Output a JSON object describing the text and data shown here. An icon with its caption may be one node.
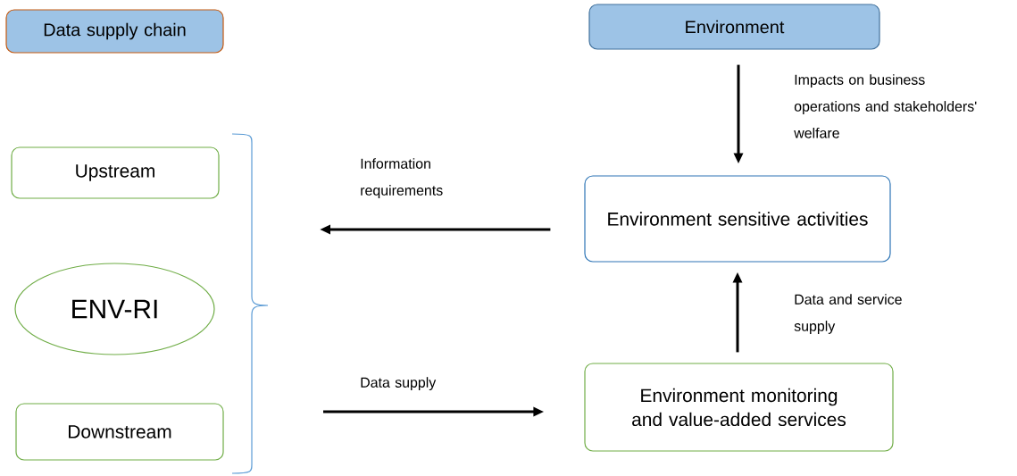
{
  "diagram": {
    "nodes": [
      {
        "text": [
          "Data supply chain"
        ]
      },
      {
        "text": [
          "Environment"
        ]
      },
      {
        "text": [
          "Upstream"
        ]
      },
      {
        "text": [
          "ENV-RI"
        ]
      },
      {
        "text": [
          "Downstream"
        ]
      },
      {
        "text": [
          "Environment sensitive activities"
        ]
      },
      {
        "text": [
          "Environment monitoring and value-added services"
        ]
      }
    ],
    "edges": [
      {
        "from": 1,
        "to": 5,
        "arrow": "to",
        "label": "Impacts on business operations and stakeholders' welfare"
      },
      {
        "from": 5,
        "to": null,
        "arrow": "to",
        "label": "Information requirements"
      },
      {
        "from": 6,
        "to": 5,
        "arrow": "to",
        "label": "Data and service supply"
      },
      {
        "from": null,
        "to": 6,
        "arrow": "to",
        "label": "Data supply"
      }
    ]
  }
}
